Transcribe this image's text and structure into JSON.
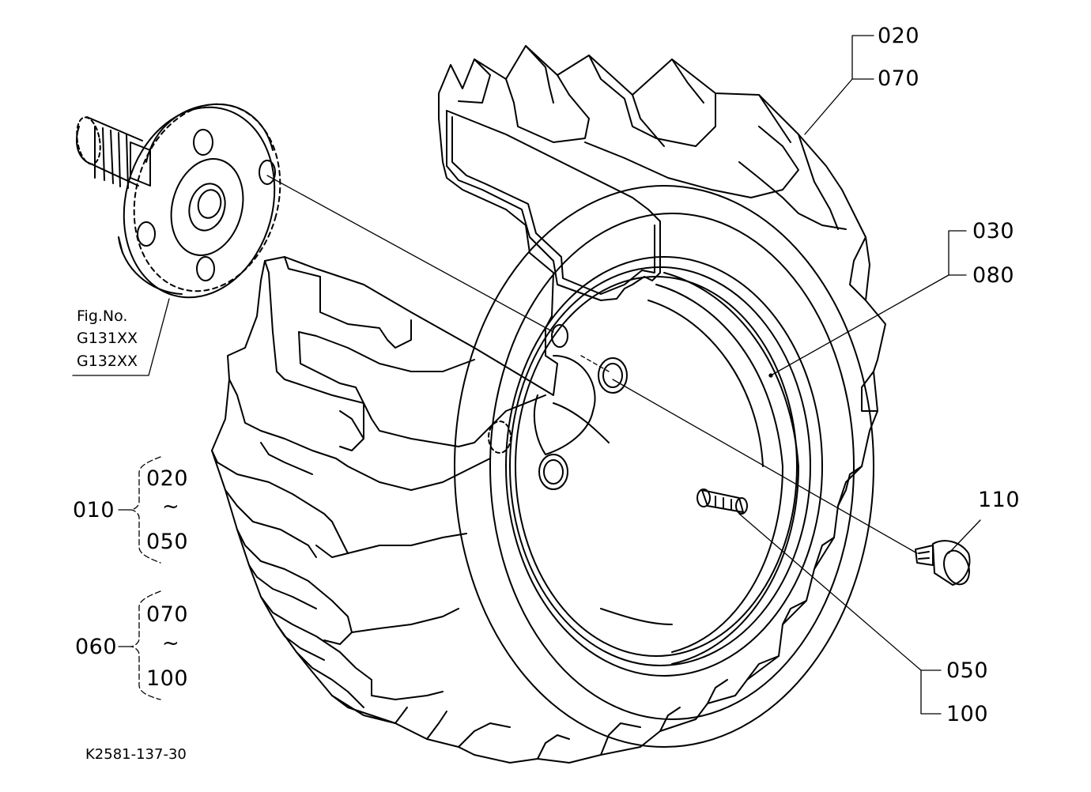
{
  "callouts": {
    "c020_top": "020",
    "c070_top": "070",
    "c030": "030",
    "c080": "080",
    "c110": "110",
    "c050_right": "050",
    "c100_right": "100"
  },
  "groups": {
    "assembly_010": {
      "id": "010",
      "from": "020",
      "range_sign": "~",
      "to": "050"
    },
    "assembly_060": {
      "id": "060",
      "from": "070",
      "range_sign": "~",
      "to": "100"
    }
  },
  "figure_ref": {
    "line1": "Fig.No.",
    "line2": "G131XX",
    "line3": "G132XX"
  },
  "drawing_code": "K2581-137-30",
  "colors": {
    "ink": "#000000",
    "paper": "#ffffff"
  }
}
